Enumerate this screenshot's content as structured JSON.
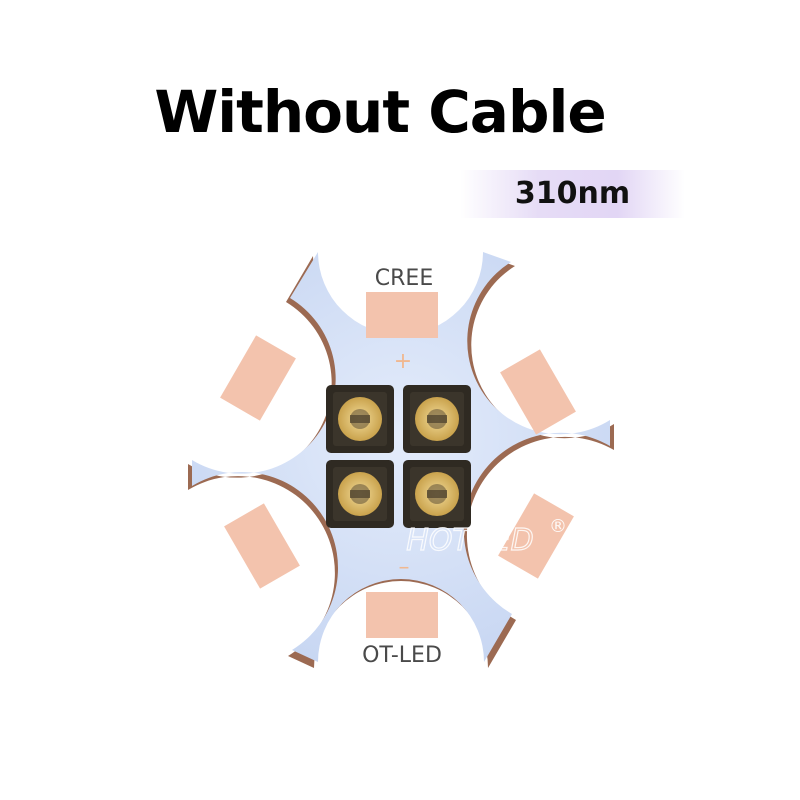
{
  "title": "Without Cable",
  "wavelength_badge": "310nm",
  "board": {
    "top_label": "CREE",
    "bottom_label": "OT-LED",
    "plus_mark": "+",
    "minus_mark": "–",
    "watermark": "HOTRED",
    "trademark": "®",
    "colors": {
      "substrate": "#d4e0f6",
      "edge": "#9c6a52",
      "pad": "#f3c3ad",
      "led_frame": "#2f2a22",
      "led_core": "#d7b25a"
    }
  }
}
